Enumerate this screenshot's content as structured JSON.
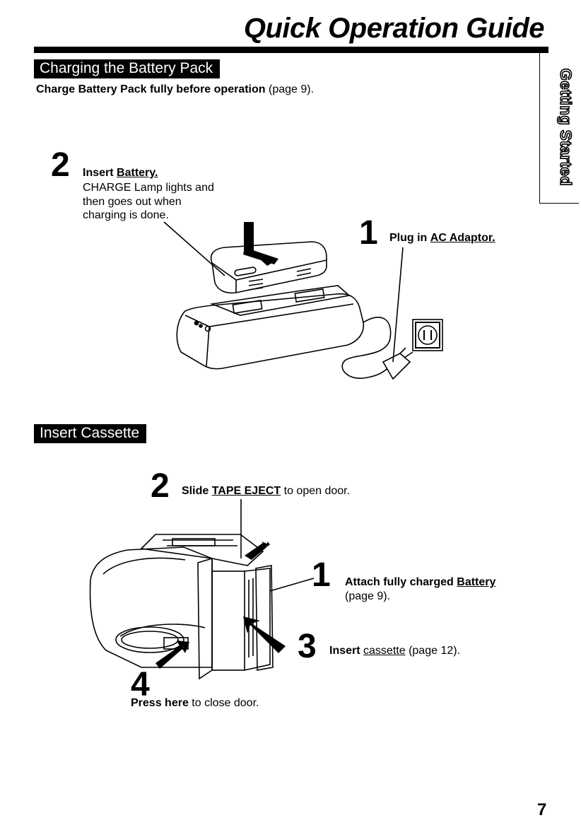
{
  "header": {
    "title": "Quick Operation Guide"
  },
  "sidebar": {
    "tab_label": "Getting Started"
  },
  "charging": {
    "heading": "Charging the Battery Pack",
    "intro_bold": "Charge Battery Pack fully before operation",
    "intro_ref": "(page 9).",
    "step2": {
      "number": "2",
      "label": "Insert",
      "link": "Battery.",
      "line1": "CHARGE Lamp lights and",
      "line2": "then goes out when",
      "line3": "charging is done."
    },
    "step1": {
      "number": "1",
      "label": "Plug in",
      "link": "AC Adaptor."
    }
  },
  "cassette": {
    "heading": "Insert Cassette",
    "step2": {
      "number": "2",
      "label": "Slide",
      "link": "TAPE EJECT",
      "suffix": "to open door."
    },
    "step1": {
      "number": "1",
      "label": "Attach fully charged",
      "link": "Battery",
      "ref": "(page 9)."
    },
    "step3": {
      "number": "3",
      "label": "Insert",
      "link": "cassette",
      "ref": "(page 12)."
    },
    "step4": {
      "number": "4",
      "bold": "Press here",
      "suffix": "to close door."
    }
  },
  "footer": {
    "page_number": "7"
  }
}
